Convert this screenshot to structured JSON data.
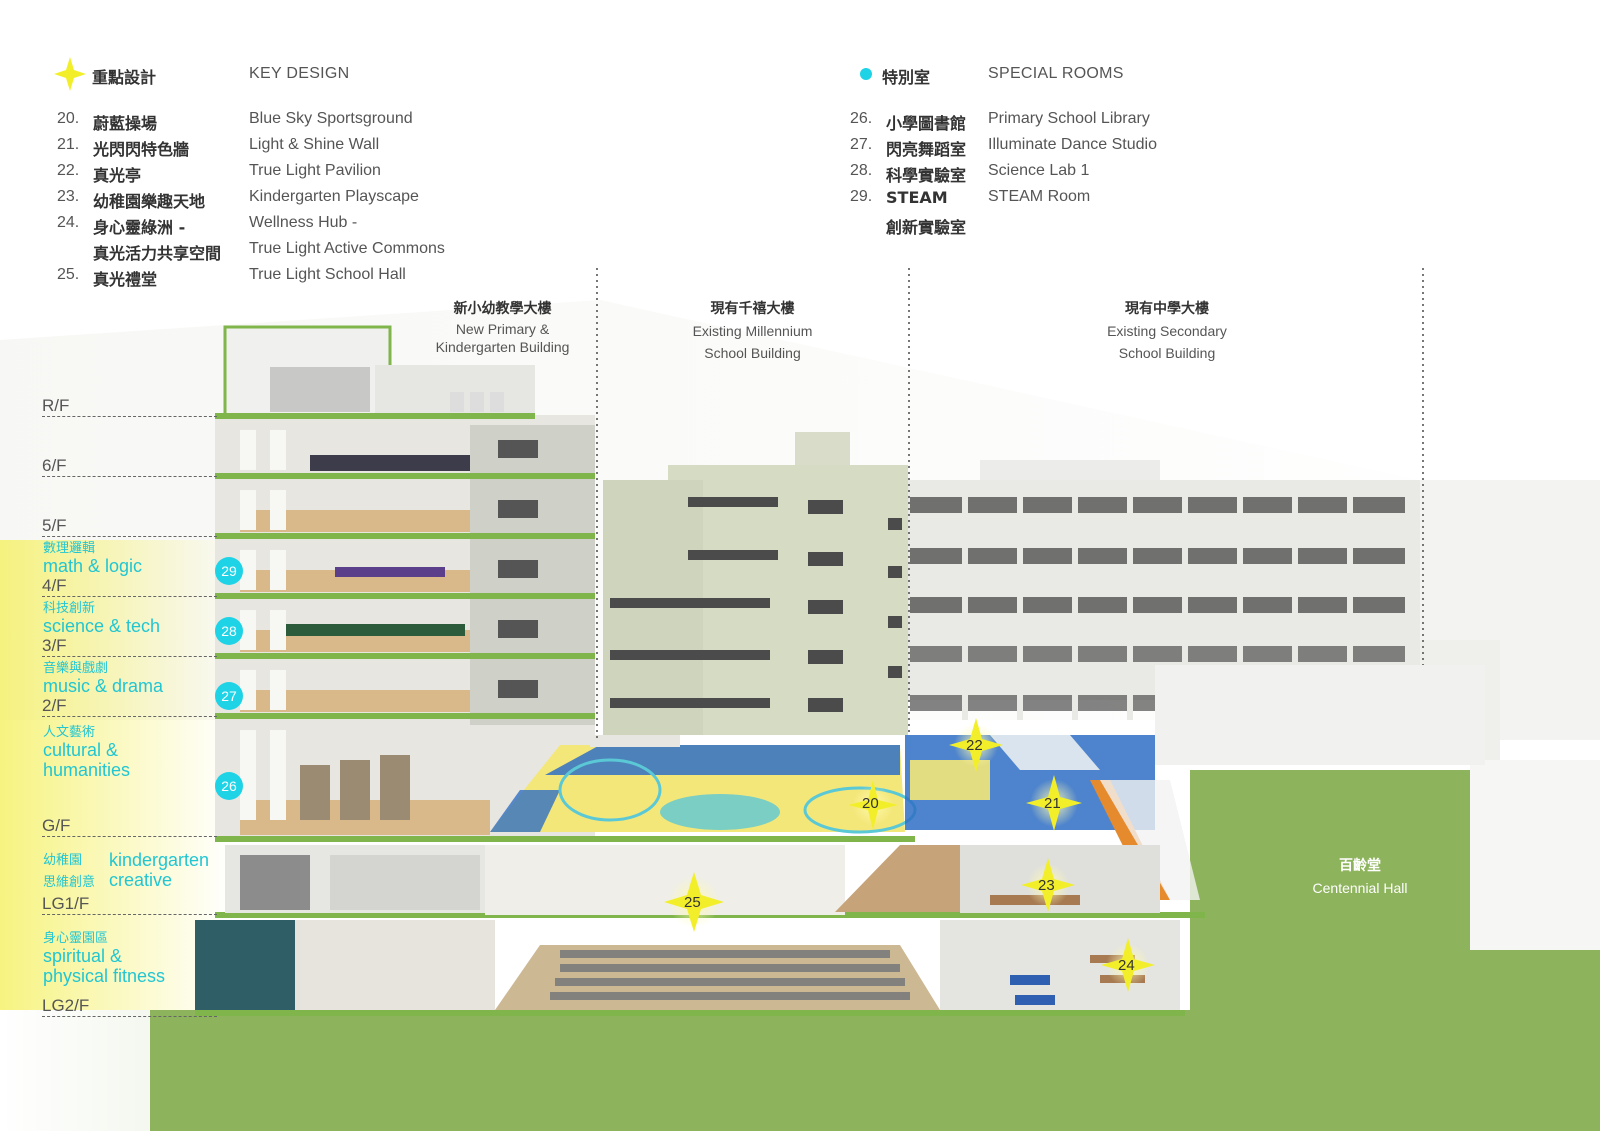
{
  "legend_key": {
    "title_zh": "重點設計",
    "title_en": "KEY DESIGN",
    "items": [
      {
        "num": "20.",
        "zh": "蔚藍操場",
        "en": "Blue Sky Sportsground"
      },
      {
        "num": "21.",
        "zh": "光閃閃特色牆",
        "en": "Light & Shine Wall"
      },
      {
        "num": "22.",
        "zh": "真光亭",
        "en": "True Light Pavilion"
      },
      {
        "num": "23.",
        "zh": "幼稚園樂趣天地",
        "en": "Kindergarten Playscape"
      },
      {
        "num": "24.",
        "zh": "身心靈綠洲 -",
        "en": "Wellness Hub -"
      },
      {
        "num": "",
        "zh": "真光活力共享空間",
        "en": "True Light Active Commons"
      },
      {
        "num": "25.",
        "zh": "真光禮堂",
        "en": "True Light School Hall"
      }
    ]
  },
  "legend_special": {
    "title_zh": "特別室",
    "title_en": "SPECIAL ROOMS",
    "items": [
      {
        "num": "26.",
        "zh": "小學圖書館",
        "en": "Primary School Library"
      },
      {
        "num": "27.",
        "zh": "閃亮舞蹈室",
        "en": "Illuminate Dance Studio"
      },
      {
        "num": "28.",
        "zh": "科學實驗室",
        "en": "Science Lab 1"
      },
      {
        "num": "29.",
        "zh": "STEAM",
        "en": "STEAM Room"
      },
      {
        "num": "",
        "zh": "創新實驗室",
        "en": ""
      }
    ]
  },
  "buildings": [
    {
      "zh": "新小幼教學大樓",
      "en1": "New Primary &",
      "en2": "Kindergarten Building"
    },
    {
      "zh": "現有千禧大樓",
      "en1": "Existing Millennium",
      "en2": "School Building"
    },
    {
      "zh": "現有中學大樓",
      "en1": "Existing Secondary",
      "en2": "School Building"
    }
  ],
  "floors": [
    "R/F",
    "6/F",
    "5/F",
    "4/F",
    "3/F",
    "2/F",
    "G/F",
    "LG1/F",
    "LG2/F"
  ],
  "zones": [
    {
      "zh": "數理邏輯",
      "en": "math & logic"
    },
    {
      "zh": "科技創新",
      "en": "science & tech"
    },
    {
      "zh": "音樂與戲劇",
      "en": "music & drama"
    },
    {
      "zh": "人文藝術",
      "en": "cultural &",
      "en2": "humanities"
    },
    {
      "zh": "幼稚園",
      "en": "kindergarten",
      "zh2": "思維創意",
      "en2": "creative"
    },
    {
      "zh": "身心靈園區",
      "en": "spiritual &",
      "en2": "physical fitness"
    }
  ],
  "badges": [
    "29",
    "28",
    "27",
    "26"
  ],
  "star_labels": [
    "20",
    "21",
    "22",
    "23",
    "24",
    "25"
  ],
  "hall": {
    "zh": "百齡堂",
    "en": "Centennial Hall"
  },
  "colors": {
    "accent_cyan": "#1fd3e6",
    "zone_text": "#22c6d2",
    "star_yellow": "#f2ef2a",
    "green_ground": "#8db35c",
    "court_blue": "#2f6fc4",
    "court_yellow": "#f4e77a"
  }
}
